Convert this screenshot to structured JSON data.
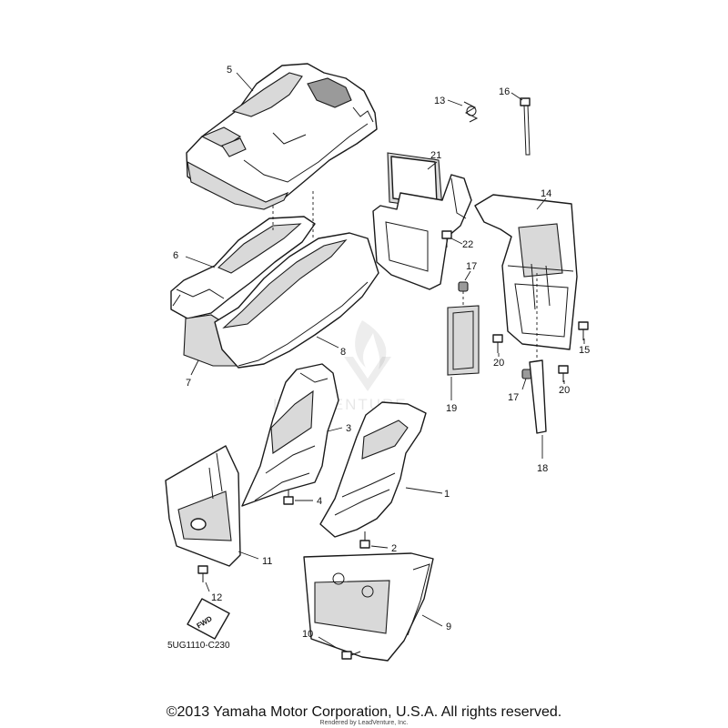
{
  "diagram": {
    "callouts": [
      "1",
      "2",
      "3",
      "4",
      "5",
      "6",
      "7",
      "8",
      "9",
      "10",
      "11",
      "12",
      "13",
      "14",
      "15",
      "16",
      "17",
      "17",
      "18",
      "19",
      "20",
      "20",
      "21",
      "22"
    ],
    "drawing_code": "5UG1110-C230",
    "fwd_label": "FWD",
    "watermark": "LEADVENTURE",
    "copyright": "©2013 Yamaha Motor Corporation, U.S.A. All rights reserved.",
    "rendered_by": "Rendered by LeadVenture, Inc."
  }
}
